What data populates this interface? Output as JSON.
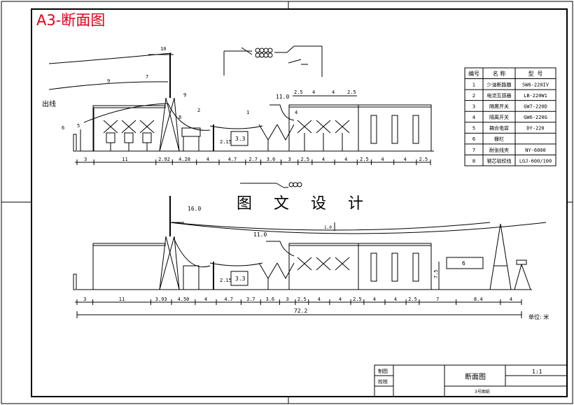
{
  "title": "A3-断面图",
  "watermark": "图 文 设 计",
  "equipment_table": {
    "headers": [
      "编号",
      "名  称",
      "型  号"
    ],
    "rows": [
      [
        "1",
        "少油断路器",
        "SW6-220IV"
      ],
      [
        "2",
        "电流互感器",
        "LB-220W1"
      ],
      [
        "3",
        "隔离开关",
        "GW7-220D"
      ],
      [
        "4",
        "隔离开关",
        "GW6-220G"
      ],
      [
        "5",
        "耦合电容",
        "DY-220"
      ],
      [
        "6",
        "栅栏",
        ""
      ],
      [
        "7",
        "耐张线夹",
        "NY-6000"
      ],
      [
        "8",
        "钢芯铝绞线",
        "LGJ-600/100"
      ]
    ]
  },
  "upper_section": {
    "outlet_label": "出线",
    "height_label": "11.0",
    "callouts": [
      "10",
      "9",
      "7",
      "9",
      "6",
      "5",
      "8",
      "2",
      "1",
      "4"
    ],
    "small_dims": [
      "2.5",
      "4",
      "4",
      "2.5"
    ],
    "box_label": "3.3",
    "side_label": "2.15",
    "dimensions": [
      "3",
      "11",
      "2.92",
      "4.28",
      "4",
      "4.7",
      "2.7",
      "3.6",
      "3",
      "2.5",
      "4",
      "4",
      "2.5",
      "4",
      "4",
      "2.5"
    ]
  },
  "lower_section": {
    "height_top": "16.0",
    "height_mid": "11.0",
    "sag_label": "1.0",
    "box_label": "3.3",
    "side_label": "2.15",
    "tower_label": "6",
    "tower_height": "7.5",
    "dimensions": [
      "3",
      "11",
      "3.93",
      "4.50",
      "4",
      "4.7",
      "3.7",
      "3.6",
      "3",
      "2.5",
      "4",
      "4",
      "2.5",
      "4",
      "4",
      "2.5",
      "7",
      "8.4",
      "4"
    ],
    "total": "72.2",
    "unit_note": "单位: 米"
  },
  "title_block": {
    "drawn_by": "制图",
    "checked_by": "校核",
    "drawing_name": "断面图",
    "scale": "1:1",
    "sheet": "3号图纸"
  }
}
